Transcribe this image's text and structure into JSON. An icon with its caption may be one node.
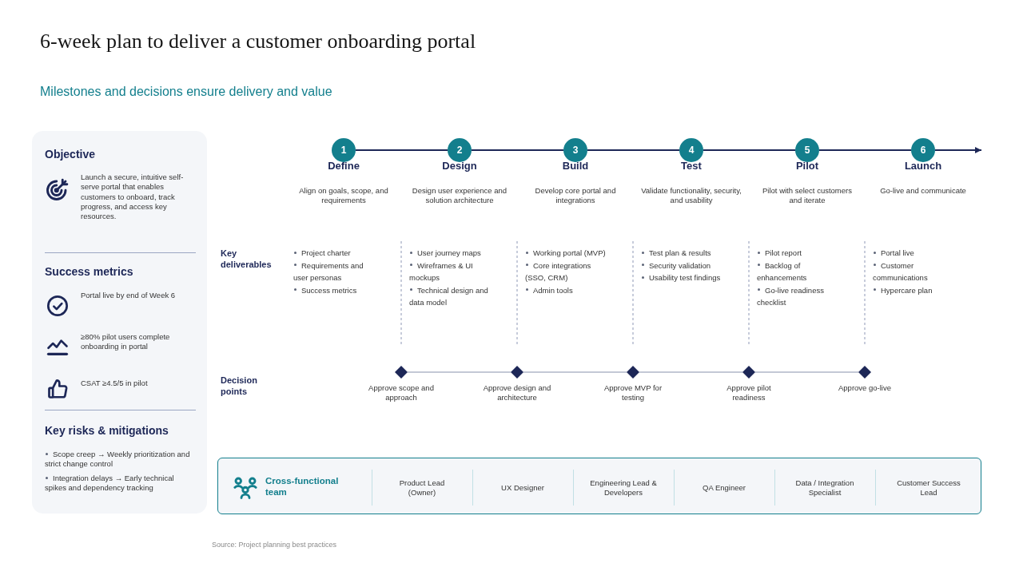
{
  "diagram": {
    "title": "6-week plan to deliver a customer onboarding portal",
    "nodes": [
      {
        "text": [
          "Objective",
          "Launch a secure, intuitive self-serve portal that enables customers to onboard, track progress, and access key resources.",
          "Success metrics",
          "Portal live by end of Week 6",
          "≥80% pilot users complete onboarding in portal",
          "CSAT ≥4.5/5 in pilot",
          "Key risks & mitigations",
          "Scope creep → Weekly prioritization and strict change control",
          "Integration delays → Early technical spikes and dependency tracking"
        ]
      },
      {
        "text": [
          "1"
        ],
        "beside": [
          "Define",
          "Align on goals, scope, and requirements"
        ]
      },
      {
        "text": [
          "2"
        ],
        "beside": [
          "Design",
          "Design user experience and solution architecture"
        ]
      },
      {
        "text": [
          "3"
        ],
        "beside": [
          "Build",
          "Develop core portal and integrations"
        ]
      },
      {
        "text": [
          "4"
        ],
        "beside": [
          "Test",
          "Validate functionality, security, and usability"
        ]
      },
      {
        "text": [
          "5"
        ],
        "beside": [
          "Pilot",
          "Pilot with select customers and iterate"
        ]
      },
      {
        "text": [
          "6"
        ],
        "beside": [
          "Launch",
          "Go-live and communicate"
        ]
      },
      {
        "text": [],
        "shape": "diamond",
        "beside": [
          "Approve scope and approach"
        ]
      },
      {
        "text": [],
        "shape": "diamond",
        "beside": [
          "Approve design and architecture"
        ]
      },
      {
        "text": [],
        "shape": "diamond",
        "beside": [
          "Approve MVP for testing"
        ]
      },
      {
        "text": [],
        "shape": "diamond",
        "beside": [
          "Approve pilot readiness"
        ]
      },
      {
        "text": [],
        "shape": "diamond",
        "beside": [
          "Approve go-live"
        ]
      },
      {
        "text": [
          "Cross-functional team",
          "Product Lead (Owner)",
          "UX Designer",
          "Engineering Lead & Developers",
          "QA Engineer",
          "Data / Integration Specialist",
          "Customer Success Lead"
        ]
      }
    ],
    "edges": [
      {
        "from": 1,
        "to": 2,
        "arrow": "none"
      },
      {
        "from": 2,
        "to": 3,
        "arrow": "none"
      },
      {
        "from": 3,
        "to": 4,
        "arrow": "none"
      },
      {
        "from": 4,
        "to": 5,
        "arrow": "none"
      },
      {
        "from": 5,
        "to": 6,
        "arrow": "none"
      },
      {
        "from": 6,
        "to": null,
        "arrow": "to"
      },
      {
        "from": 7,
        "to": 8,
        "arrow": "none",
        "color": "#8791ab"
      },
      {
        "from": 8,
        "to": 9,
        "arrow": "none",
        "color": "#8791ab"
      },
      {
        "from": 9,
        "to": 10,
        "arrow": "none",
        "color": "#8791ab"
      },
      {
        "from": 10,
        "to": 11,
        "arrow": "none",
        "color": "#8791ab"
      }
    ],
    "labels": [
      "Milestones and decisions ensure delivery and value",
      "Key deliverables",
      "Project charter",
      "Requirements and user personas",
      "Success metrics",
      "User journey maps",
      "Wireframes & UI mockups",
      "Technical design and data model",
      "Working portal (MVP)",
      "Core integrations (SSO, CRM)",
      "Admin tools",
      "Test plan & results",
      "Security validation",
      "Usability test findings",
      "Pilot report",
      "Backlog of enhancements",
      "Go-live readiness checklist",
      "Portal live",
      "Customer communications",
      "Hypercare plan",
      "Decision points",
      "Source: Project planning best practices"
    ]
  }
}
